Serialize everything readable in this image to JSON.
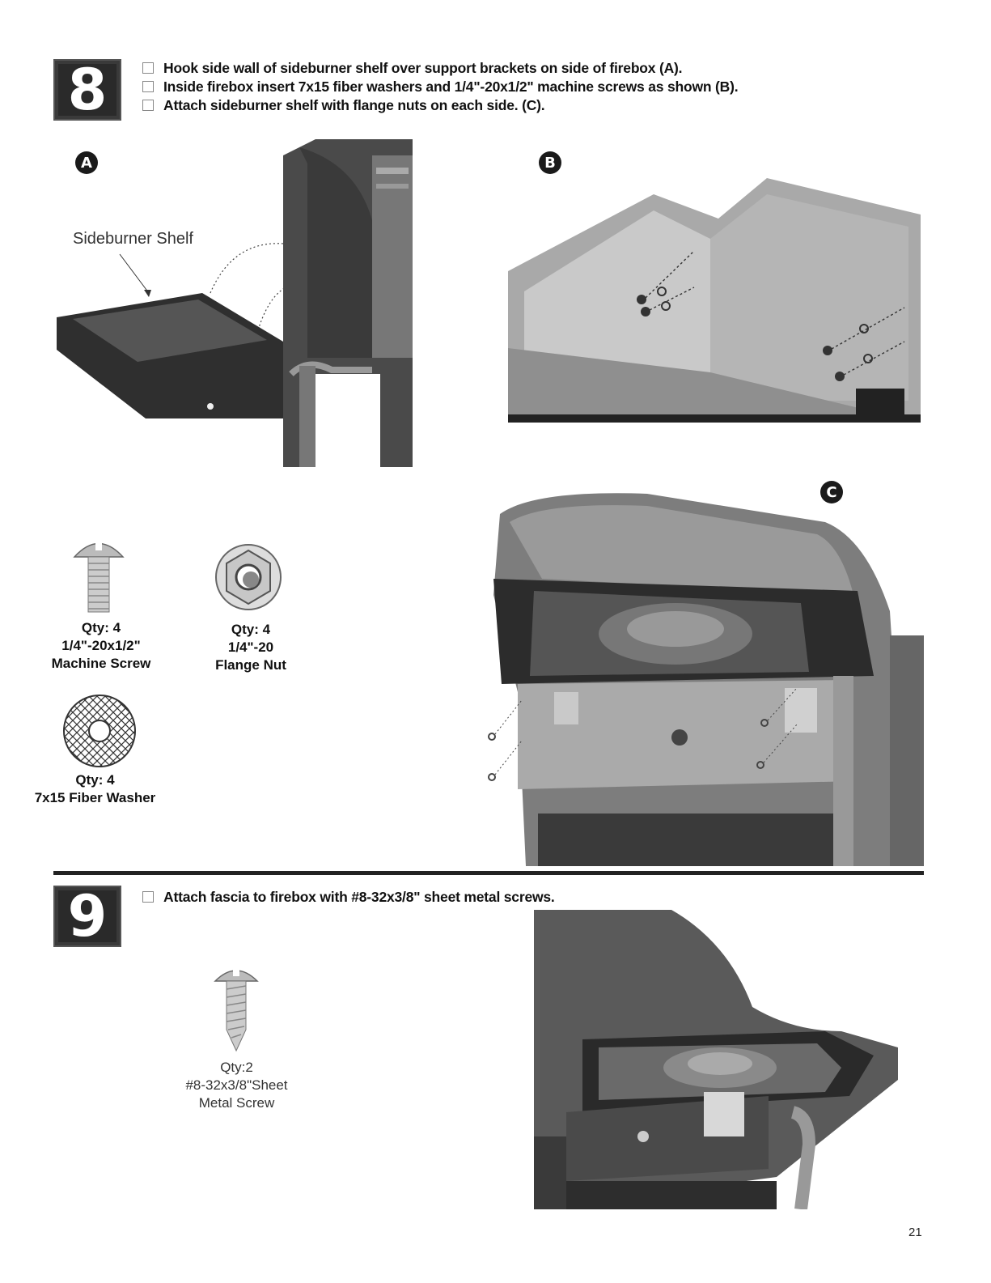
{
  "step8": {
    "badge": "8",
    "instructions": [
      "Hook side wall of sideburner shelf over support brackets on side of firebox (A).",
      "Inside firebox insert 7x15 fiber washers and 1/4\"-20x1/2\" machine screws as shown (B).",
      "Attach sideburner shelf with flange nuts on each side. (C)."
    ],
    "figure_a": {
      "label": "A",
      "callout": "Sideburner Shelf"
    },
    "figure_b": {
      "label": "B"
    },
    "figure_c": {
      "label": "C"
    },
    "parts": [
      {
        "qty": "Qty: 4",
        "size": "1/4\"-20x1/2\"",
        "name": "Machine Screw",
        "icon": "machine-screw-icon"
      },
      {
        "qty": "Qty: 4",
        "size": "1/4\"-20",
        "name": "Flange Nut",
        "icon": "flange-nut-icon"
      },
      {
        "qty": "Qty: 4",
        "name": "7x15 Fiber Washer",
        "icon": "fiber-washer-icon"
      }
    ]
  },
  "step9": {
    "badge": "9",
    "instructions": [
      "Attach fascia to firebox with #8-32x3/8\" sheet metal screws."
    ],
    "part": {
      "qty": "Qty:2",
      "size": "#8-32x3/8\"Sheet",
      "name": "Metal Screw",
      "icon": "sheet-metal-screw-icon"
    }
  },
  "page_number": "21"
}
